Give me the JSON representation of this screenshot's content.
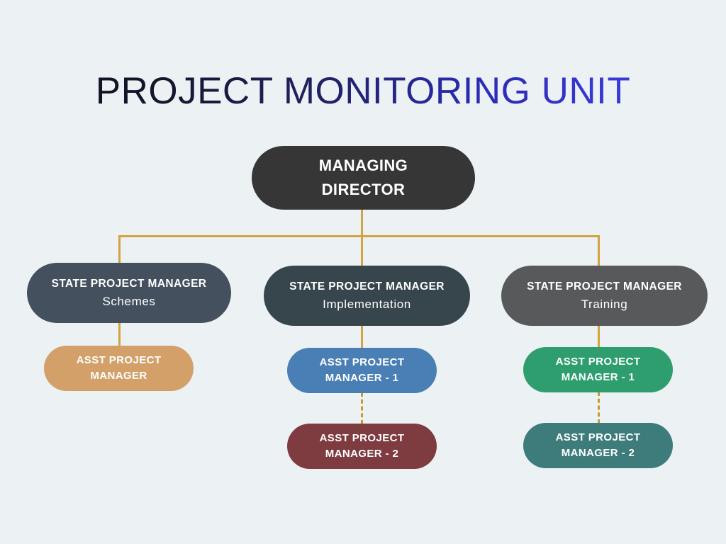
{
  "page": {
    "background_color": "#ecf2f4",
    "title": "PROJECT MONITORING UNIT",
    "title_gradient_from": "#101018",
    "title_gradient_to": "#4141e2"
  },
  "connector": {
    "color": "#d2a33f",
    "dashed_color": "#c9992f"
  },
  "org": {
    "root": {
      "line1": "MANAGING",
      "line2": "DIRECTOR",
      "color": "#363636"
    },
    "branches": [
      {
        "title": "STATE PROJECT MANAGER",
        "subtitle": "Schemes",
        "color": "#44505e",
        "reports": [
          {
            "line1": "ASST PROJECT",
            "line2": "MANAGER",
            "color": "#d4a06a",
            "link": "solid"
          }
        ]
      },
      {
        "title": "STATE PROJECT MANAGER",
        "subtitle": "Implementation",
        "color": "#37454d",
        "reports": [
          {
            "line1": "ASST PROJECT",
            "line2": "MANAGER - 1",
            "color": "#4a7fb5",
            "link": "solid"
          },
          {
            "line1": "ASST PROJECT",
            "line2": "MANAGER - 2",
            "color": "#7e3c40",
            "link": "dashed"
          }
        ]
      },
      {
        "title": "STATE PROJECT MANAGER",
        "subtitle": "Training",
        "color": "#57595b",
        "reports": [
          {
            "line1": "ASST PROJECT",
            "line2": "MANAGER - 1",
            "color": "#2e9e6f",
            "link": "solid"
          },
          {
            "line1": "ASST PROJECT",
            "line2": "MANAGER - 2",
            "color": "#3e7c7c",
            "link": "dashed"
          }
        ]
      }
    ]
  }
}
